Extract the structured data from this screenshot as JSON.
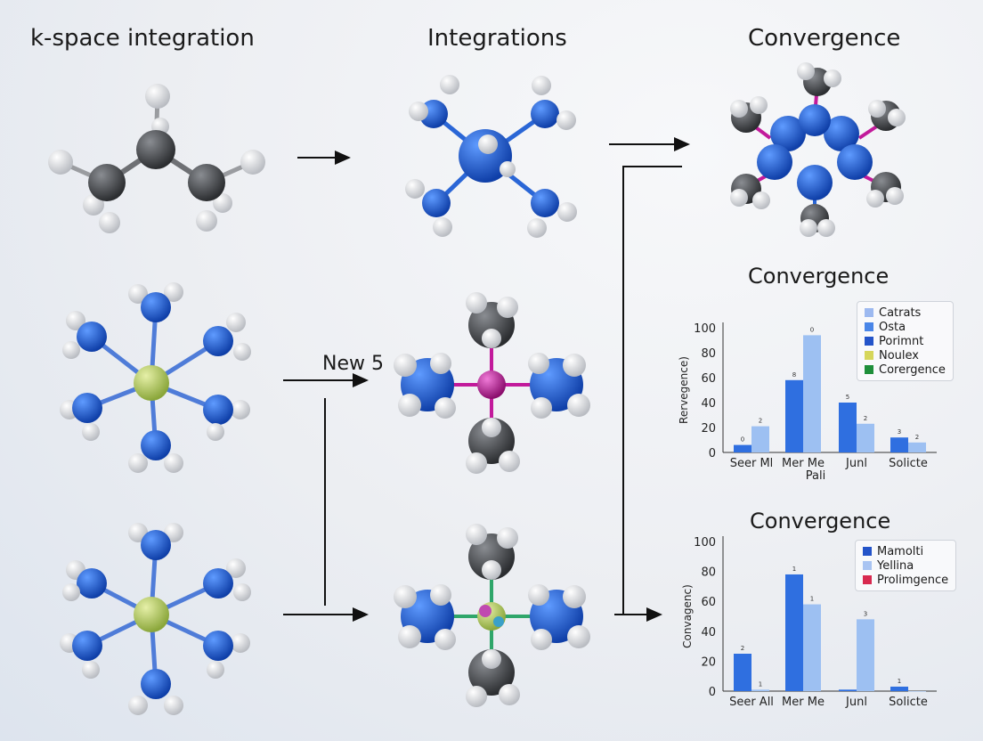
{
  "columns": {
    "col1": "k-space integration",
    "col2": "Integrations",
    "col3": "Convergence"
  },
  "arrow_label": "New 5",
  "colors": {
    "carbon": "#4a4c4f",
    "hydrogen": "#e9ebee",
    "nitrogen": "#1f5fd0",
    "metal_green": "#b8cc6a",
    "metal_magenta": "#c21a9b",
    "bar_dark": "#2f6fe0",
    "bar_light": "#9dc0f2"
  },
  "chart_data": [
    {
      "type": "bar",
      "title": "Convergence",
      "ylabel": "Rervegence)",
      "ylim": [
        0,
        100
      ],
      "yticks": [
        0,
        20,
        40,
        60,
        80,
        100
      ],
      "categories": [
        "Seer Ml",
        "Mer Me",
        "Junl",
        "Solicte"
      ],
      "xlabel_extra": "Pali",
      "series": [
        {
          "values": [
            6,
            58,
            40,
            12
          ],
          "color": "#2f6fe0"
        },
        {
          "values": [
            21,
            94,
            23,
            8
          ],
          "color": "#9dc0f2"
        }
      ],
      "bar_labels": [
        [
          "0",
          "2"
        ],
        [
          "8",
          "0"
        ],
        [
          "5",
          "2"
        ],
        [
          "3",
          "2"
        ]
      ],
      "legend": [
        {
          "label": "Catrats",
          "color": "#9db9f0"
        },
        {
          "label": "Osta",
          "color": "#4a86e8"
        },
        {
          "label": "Porimnt",
          "color": "#2454c9"
        },
        {
          "label": "Noulex",
          "color": "#d6d65a"
        },
        {
          "label": "Corergence",
          "color": "#1f8f3a"
        }
      ]
    },
    {
      "type": "bar",
      "title": "Convergence",
      "ylabel": "Convagenc)",
      "ylim": [
        0,
        100
      ],
      "yticks": [
        0,
        20,
        40,
        60,
        80,
        100
      ],
      "categories": [
        "Seer All",
        "Mer Me",
        "Junl",
        "Solicte"
      ],
      "series": [
        {
          "values": [
            25,
            78,
            1,
            3
          ],
          "color": "#2f6fe0"
        },
        {
          "values": [
            1,
            58,
            48,
            0
          ],
          "color": "#9dc0f2"
        }
      ],
      "bar_labels": [
        [
          "2",
          "1"
        ],
        [
          "1",
          "1"
        ],
        [
          "",
          "3"
        ],
        [
          "1",
          ""
        ]
      ],
      "legend": [
        {
          "label": "Mamolti",
          "color": "#2454c9"
        },
        {
          "label": "Yellina",
          "color": "#a9c4f2"
        },
        {
          "label": "Prolimgence",
          "color": "#d8294f"
        }
      ]
    }
  ]
}
